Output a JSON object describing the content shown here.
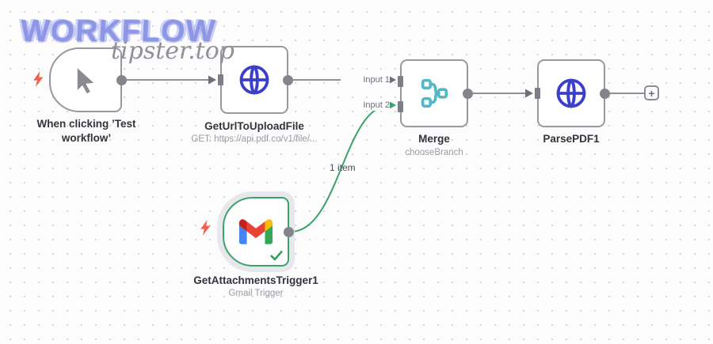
{
  "watermark": {
    "title": "WORKFLOW",
    "subtitle": "tipster.top"
  },
  "nodes": {
    "manual_trigger": {
      "label": "When clicking ’Test workflow’",
      "icon": "cursor-icon"
    },
    "get_url": {
      "label": "GetUrlToUploadFile",
      "subtitle": "GET: https://api.pdf.co/v1/file/...",
      "icon": "globe-icon"
    },
    "merge": {
      "label": "Merge",
      "subtitle": "chooseBranch",
      "icon": "git-merge-icon",
      "input1_label": "Input 1",
      "input2_label": "Input 2"
    },
    "parse_pdf": {
      "label": "ParsePDF1",
      "icon": "globe-icon"
    },
    "gmail": {
      "label": "GetAttachmentsTrigger1",
      "subtitle": "Gmail Trigger",
      "icon": "gmail-icon"
    }
  },
  "connections": {
    "gmail_to_merge_label": "1 item"
  },
  "add_button": {
    "label": "+"
  },
  "colors": {
    "wire_gray": "#8f8f98",
    "success_green": "#3ba26b",
    "node_border": "#98989f",
    "http_icon_blue": "#3b3fca",
    "merge_icon_teal": "#54b8c4",
    "trigger_bolt_red": "#f0604d",
    "watermark_purple": "#8e96e6"
  }
}
